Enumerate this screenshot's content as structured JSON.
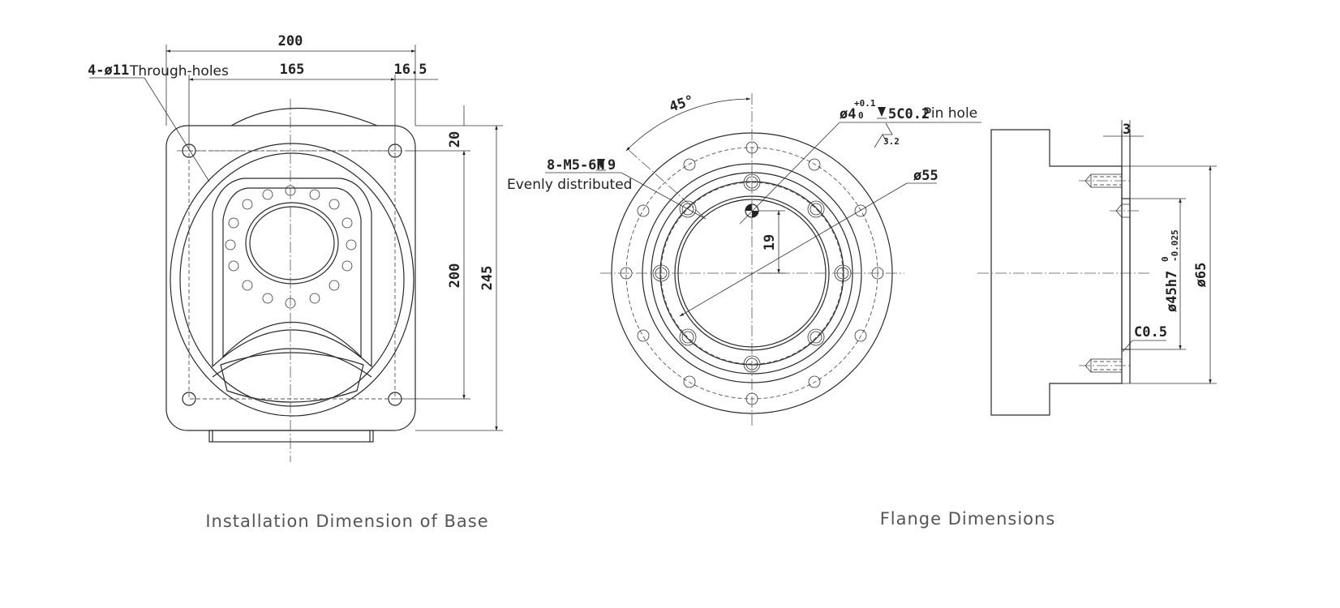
{
  "views": {
    "base": {
      "caption": "Installation Dimension of Base",
      "dims": {
        "width_total": "200",
        "hole_spacing_x": "165",
        "edge_offset_x": "16.5",
        "edge_offset_y": "20",
        "hole_spacing_y": "200",
        "height_total": "245"
      },
      "hole_note_code": "4-ø11",
      "hole_note_text": "Through-holes"
    },
    "flange": {
      "caption": "Flange Dimensions",
      "angle": "45°",
      "pin_dia": "ø4",
      "pin_tol_upper": "+0.1",
      "pin_tol_lower": "0",
      "pin_depth": "5C0.2",
      "pin_text": "Pin hole",
      "roughness": "3.2",
      "thread_callout": "8-M5-6H",
      "thread_depth": "9",
      "thread_note": "Evenly distributed",
      "dia_55": "ø55",
      "dim_19": "19"
    },
    "side": {
      "dim_3": "3",
      "dia_45": "ø45h7",
      "tol_upper": "0",
      "tol_lower": "-0.025",
      "dia_65": "ø65",
      "chamfer": "C0.5"
    }
  }
}
